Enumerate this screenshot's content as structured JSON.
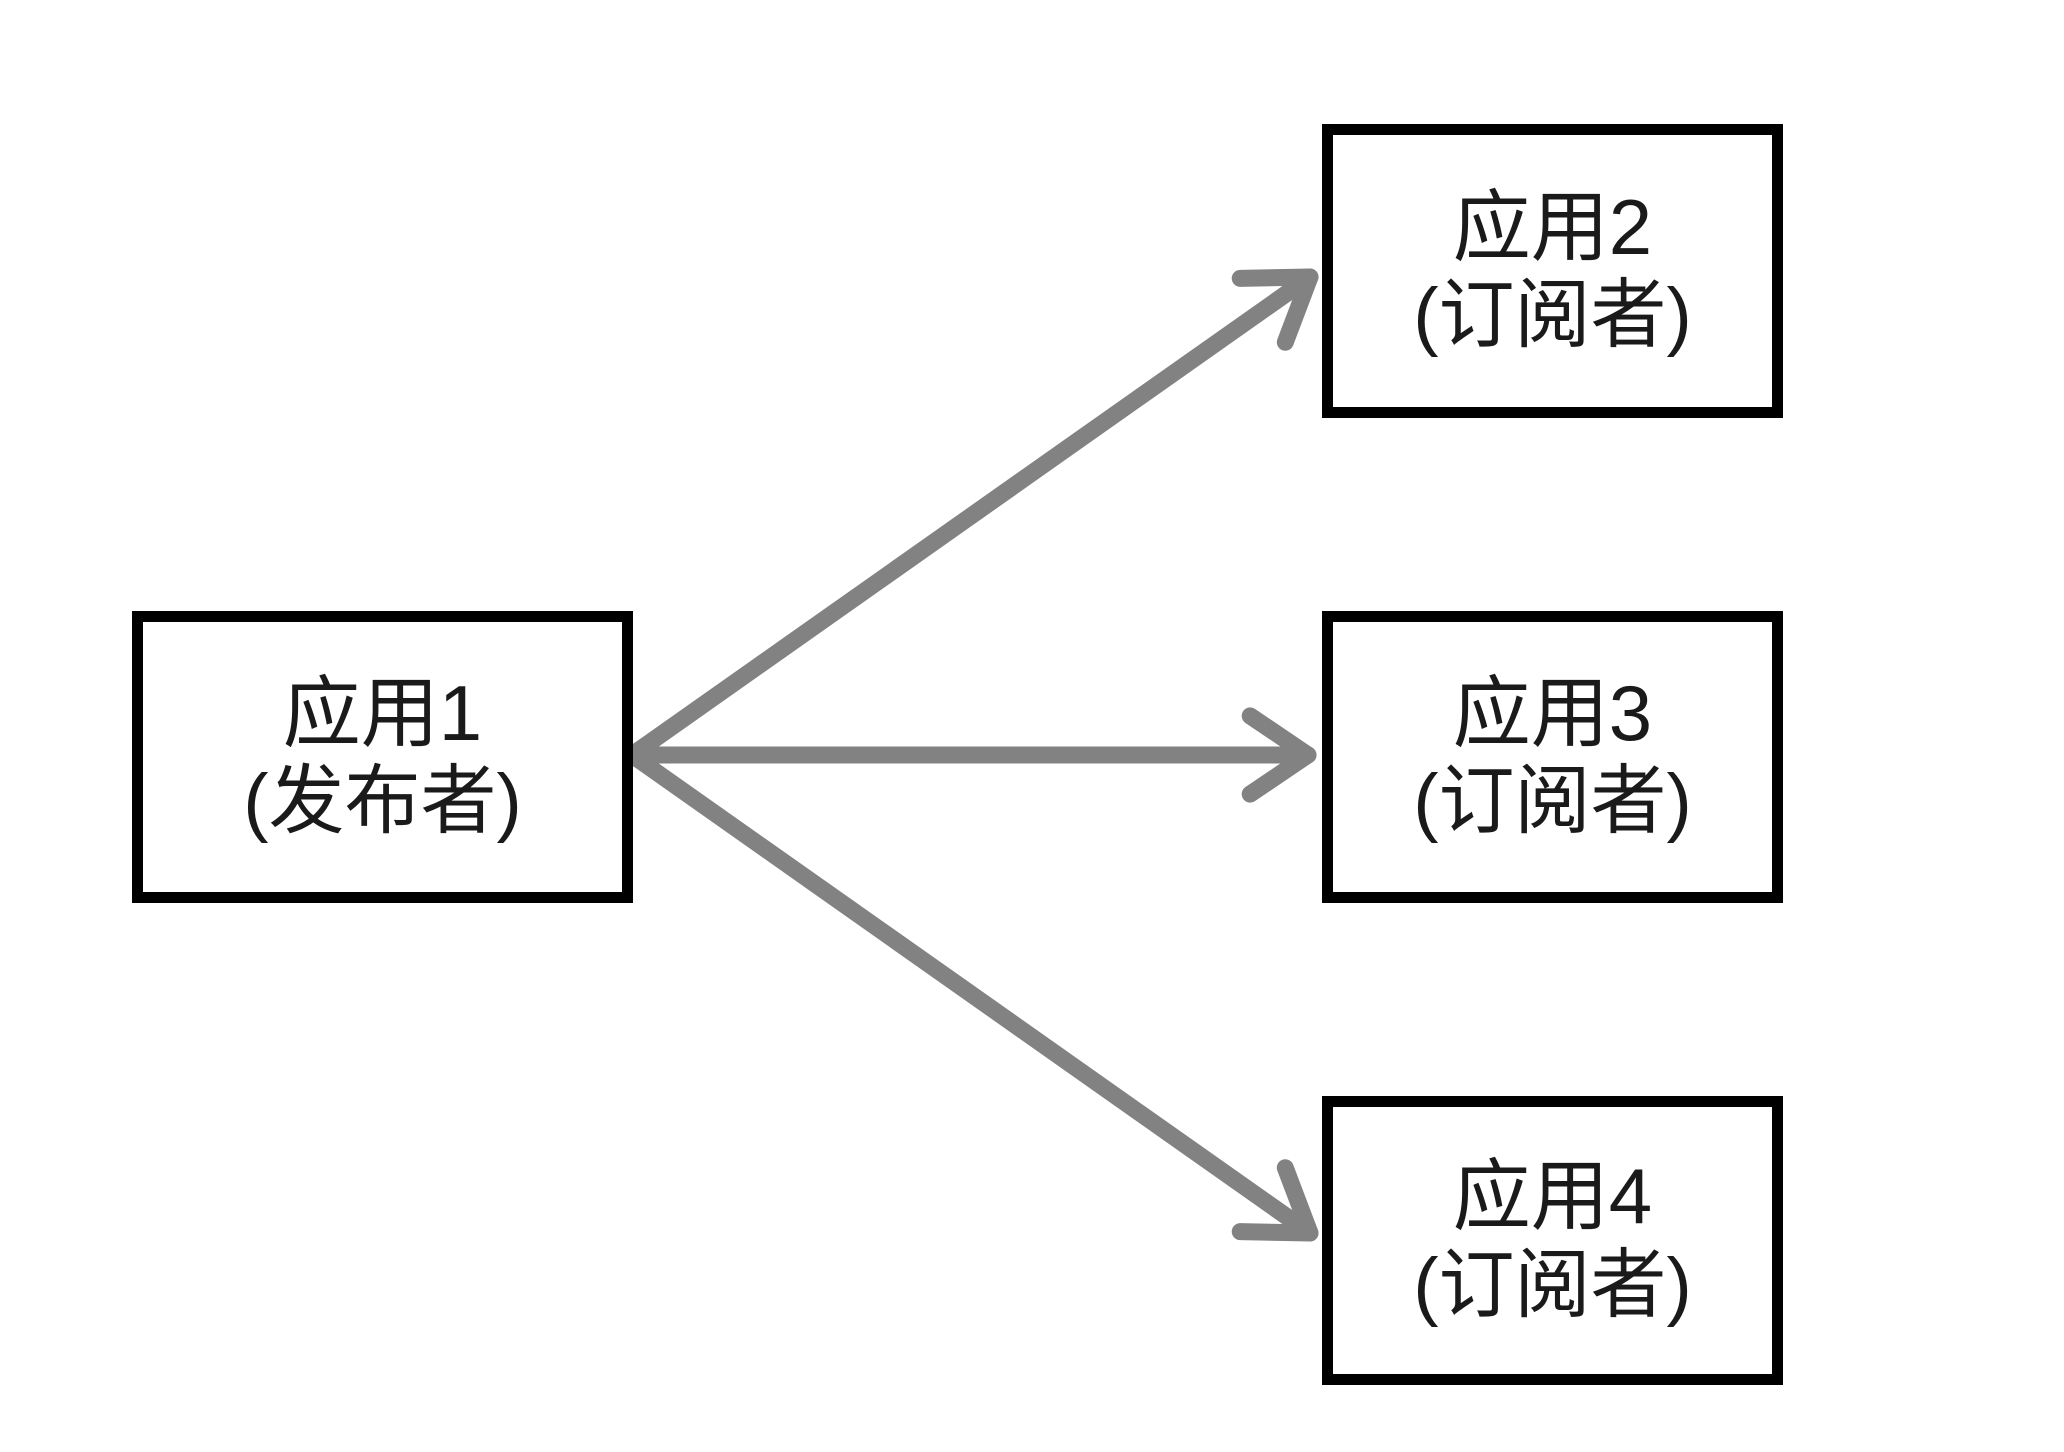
{
  "colors": {
    "background": "#ffffff",
    "box_border": "#000000",
    "text": "#1a1a1a",
    "arrow": "#828282"
  },
  "nodes": {
    "publisher": {
      "line1": "应用1",
      "line2": "(发布者)"
    },
    "subscriber2": {
      "line1": "应用2",
      "line2": "(订阅者)"
    },
    "subscriber3": {
      "line1": "应用3",
      "line2": "(订阅者)"
    },
    "subscriber4": {
      "line1": "应用4",
      "line2": "(订阅者)"
    }
  },
  "edges": [
    {
      "from": "publisher",
      "to": "subscriber2",
      "direction": "up-right"
    },
    {
      "from": "publisher",
      "to": "subscriber3",
      "direction": "right"
    },
    {
      "from": "publisher",
      "to": "subscriber4",
      "direction": "down-right"
    }
  ]
}
